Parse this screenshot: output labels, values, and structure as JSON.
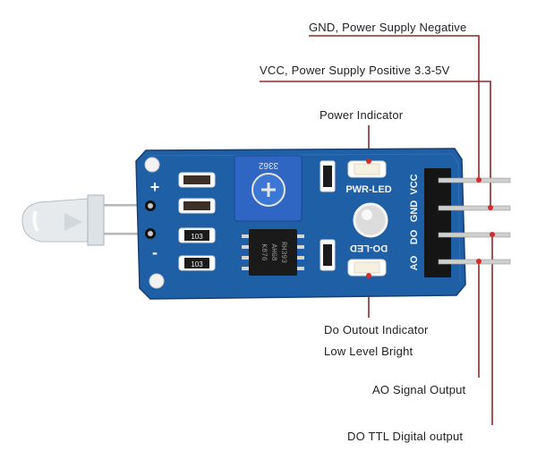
{
  "labels": {
    "gnd": "GND, Power Supply Negative",
    "vcc": "VCC, Power Supply Positive 3.3-5V",
    "power_indicator": "Power Indicator",
    "do_indicator_1": "Do Outout Indicator",
    "do_indicator_2": "Low Level Bright",
    "ao": "AO Signal Output",
    "do": "DO TTL Digital output"
  },
  "silkscreen": {
    "pwr_led": "PWR-LED",
    "do_led": "DO-LED",
    "vcc": "VCC",
    "gnd": "GND",
    "do": "DO",
    "ao": "AO",
    "plus": "+",
    "minus": "-",
    "pot_code": "3362",
    "resistor_code": "103",
    "ic_line1": "RH393",
    "ic_line2": "AHG8",
    "ic_line3": "K876"
  },
  "colors": {
    "pcb": "#1f5fa6",
    "callout_line": "#8b2a2a",
    "pot": "#2f66c4"
  }
}
